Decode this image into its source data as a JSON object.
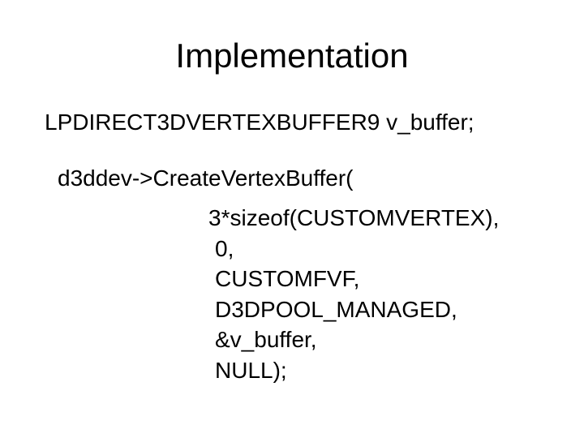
{
  "slide": {
    "title": "Implementation",
    "code_lines": [
      "LPDIRECT3DVERTEXBUFFER9 v_buffer;",
      "d3ddev->CreateVertexBuffer(",
      "3*sizeof(CUSTOMVERTEX),",
      "0,",
      "CUSTOMFVF,",
      "D3DPOOL_MANAGED,",
      "&v_buffer,",
      "NULL);"
    ],
    "colors": {
      "background": "#ffffff",
      "text": "#000000"
    }
  }
}
